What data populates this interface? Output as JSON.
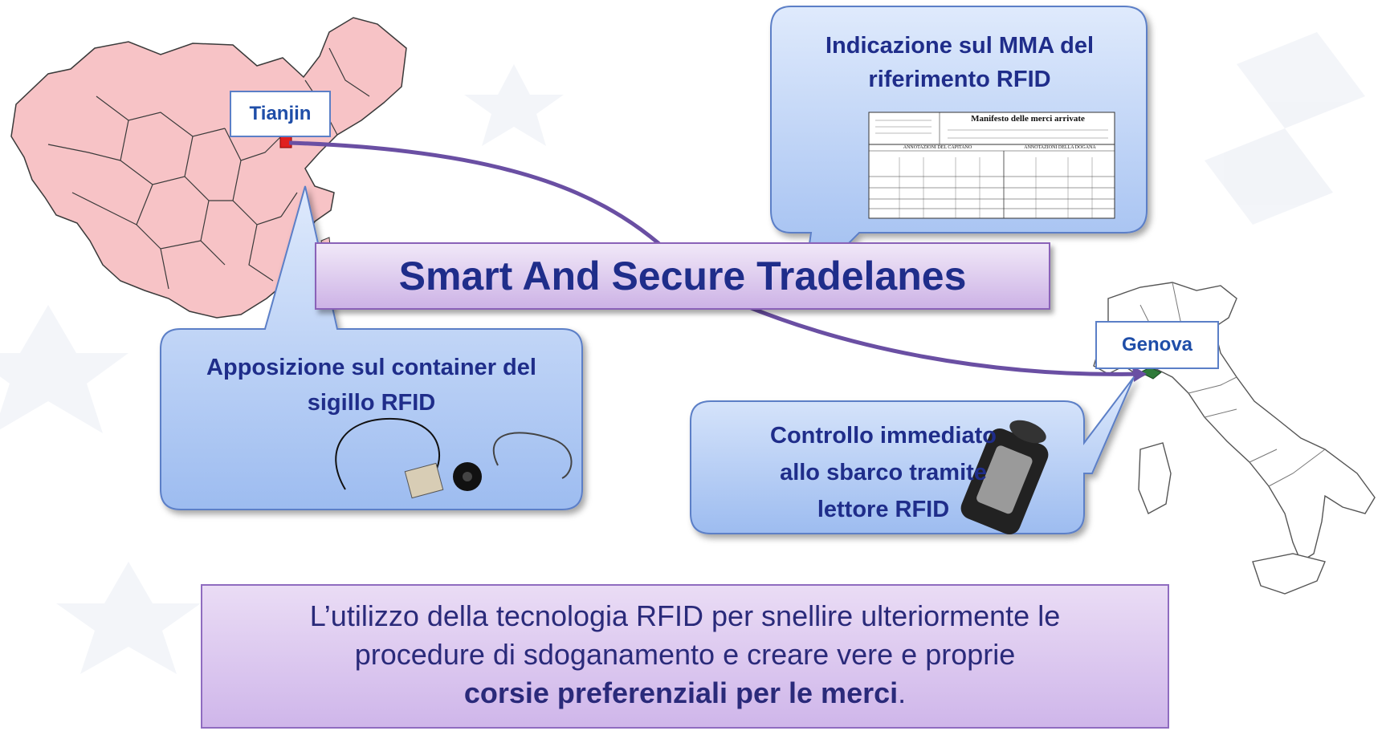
{
  "cities": {
    "origin": "Tianjin",
    "destination": "Genova"
  },
  "callouts": {
    "mma": "Indicazione sul MMA del riferimento RFID",
    "seal": "Apposizione sul container del sigillo RFID",
    "control": "Controllo immediato allo sbarco tramite lettore RFID"
  },
  "document": {
    "title": "Manifesto delle merci arrivate",
    "section_left": "ANNOTAZIONI DEL CAPITANO",
    "section_right": "ANNOTAZIONI DELLA DOGANA"
  },
  "banner": {
    "title": "Smart And Secure Tradelanes"
  },
  "footer": {
    "line1": "L’utilizzo della tecnologia RFID per snellire ulteriormente le",
    "line2": "procedure di sdoganamento e creare vere e proprie",
    "line3_bold": "corsie preferenziali per le merci",
    "line3_end": "."
  },
  "colors": {
    "title_blue": "#1f2d8a",
    "callout_fill": "#b9d1f7",
    "callout_border": "#5b7fc7",
    "banner_fill": "#d9c5ee",
    "route": "#6a4fa3",
    "china_fill": "#f7c3c6",
    "highlight_red": "#e02020",
    "highlight_green": "#2f7a3a"
  }
}
